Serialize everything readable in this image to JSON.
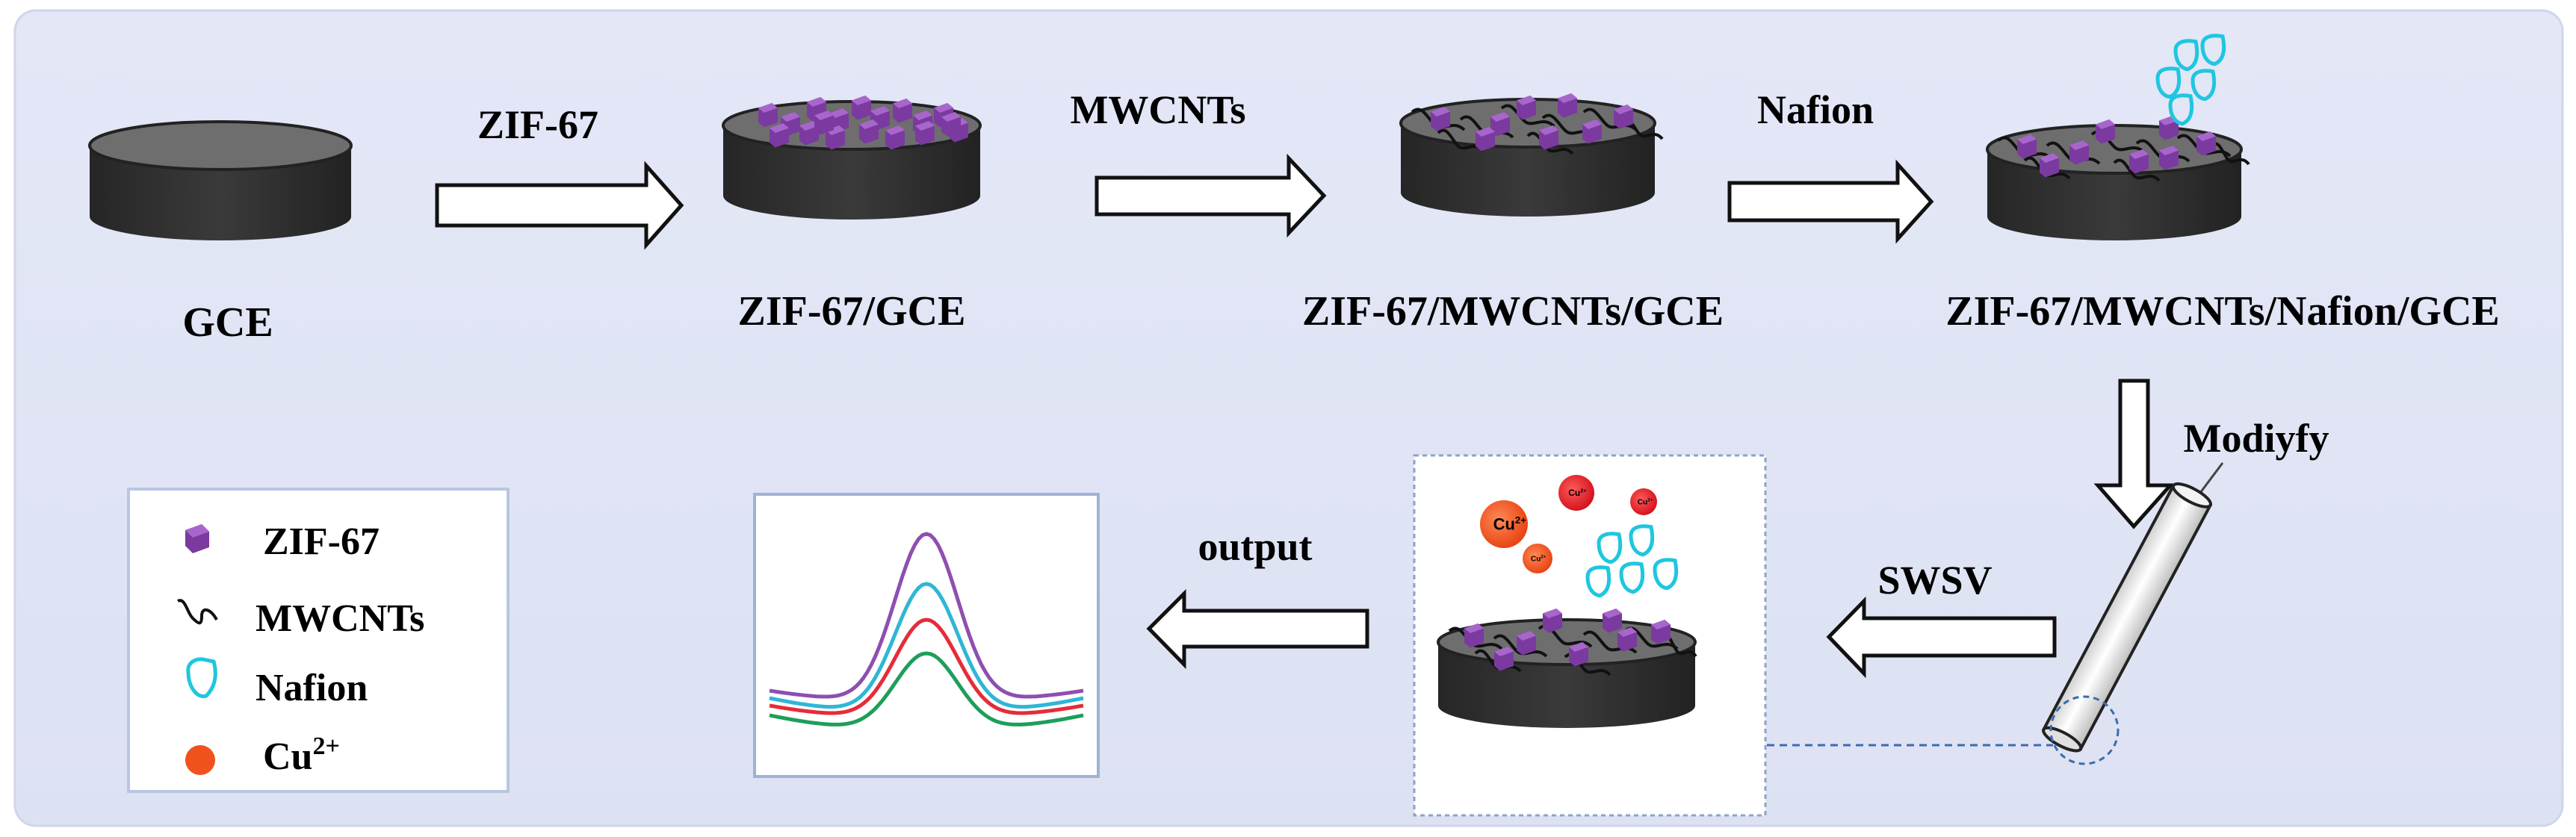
{
  "labels": {
    "gce": "GCE",
    "zif_gce": "ZIF-67/GCE",
    "zif_mwcnt_gce": "ZIF-67/MWCNTs/GCE",
    "zif_mwcnt_nafion_gce": "ZIF-67/MWCNTs/Nafion/GCE"
  },
  "arrows": {
    "step1": "ZIF-67",
    "step2": "MWCNTs",
    "step3": "Nafion",
    "modify": "Modiyfy",
    "swsv": "SWSV",
    "output": "output"
  },
  "ions": {
    "cu": "Cu",
    "cu_charge": "2+"
  },
  "legend": {
    "zif": "ZIF-67",
    "mwcnt": "MWCNTs",
    "nafion": "Nafion",
    "cu": "Cu",
    "cu_charge": "2+"
  },
  "colors": {
    "background": "#e1e5f5",
    "electrode": "#2e2e2e",
    "electrode_top": "#6b6b6b",
    "zif": "#7a3aa0",
    "nafion": "#1fc6e0",
    "cu_orange": "#f0521e",
    "cu_red": "#e8202e",
    "curve_purple": "#8e4fb0",
    "curve_cyan": "#2fb6d6",
    "curve_red": "#e52c3a",
    "curve_green": "#1e9e5a"
  }
}
